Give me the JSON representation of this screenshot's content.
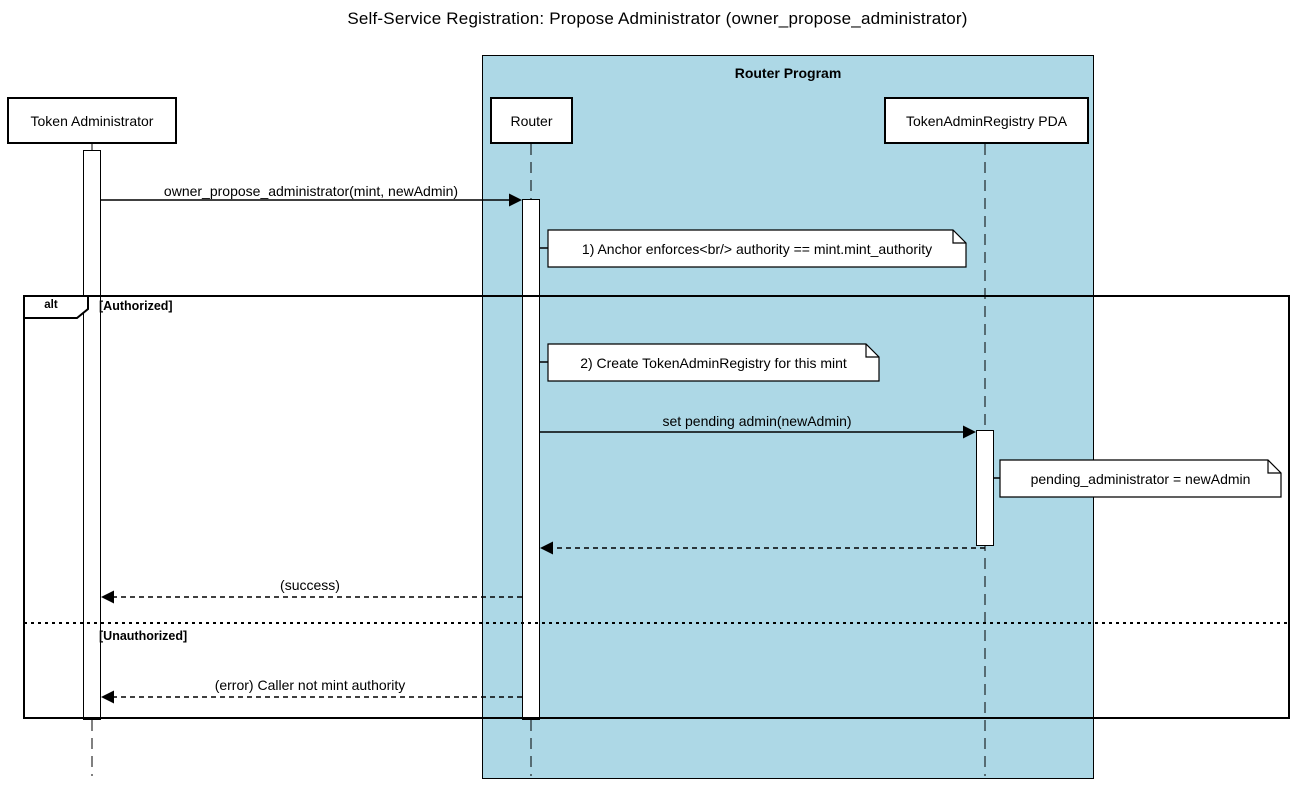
{
  "diagram": {
    "title": "Self-Service Registration: Propose Administrator (owner_propose_administrator)"
  },
  "container": {
    "label": "Router Program",
    "fill": "#add8e6"
  },
  "actors": [
    {
      "id": "token-administrator",
      "label": "Token Administrator"
    },
    {
      "id": "router",
      "label": "Router"
    },
    {
      "id": "token-admin-registry-pda",
      "label": "TokenAdminRegistry PDA"
    }
  ],
  "messages": [
    {
      "id": "propose",
      "label": "owner_propose_administrator(mint, newAdmin)",
      "type": "solid",
      "from": "token-administrator",
      "to": "router"
    },
    {
      "id": "set-pending-admin",
      "label": "set pending admin(newAdmin)",
      "type": "solid",
      "from": "router",
      "to": "token-admin-registry-pda"
    },
    {
      "id": "registry-return",
      "label": "",
      "type": "dashed",
      "from": "token-admin-registry-pda",
      "to": "router"
    },
    {
      "id": "success-return",
      "label": "(success)",
      "type": "dashed",
      "from": "router",
      "to": "token-administrator"
    },
    {
      "id": "error-return",
      "label": "(error) Caller not mint authority",
      "type": "dashed",
      "from": "router",
      "to": "token-administrator"
    }
  ],
  "notes": [
    {
      "id": "note-1",
      "text": "1) Anchor enforces<br/> authority == mint.mint_authority"
    },
    {
      "id": "note-2",
      "text": "2) Create TokenAdminRegistry for this mint"
    },
    {
      "id": "note-3",
      "text": "pending_administrator = newAdmin"
    }
  ],
  "alt": {
    "operator": "alt",
    "branches": [
      {
        "condition": "[Authorized]"
      },
      {
        "condition": "[Unauthorized]"
      }
    ]
  },
  "colors": {
    "container_fill": "#add8e6",
    "note_fill": "#ffffff",
    "line": "#000000",
    "background": "#ffffff"
  }
}
